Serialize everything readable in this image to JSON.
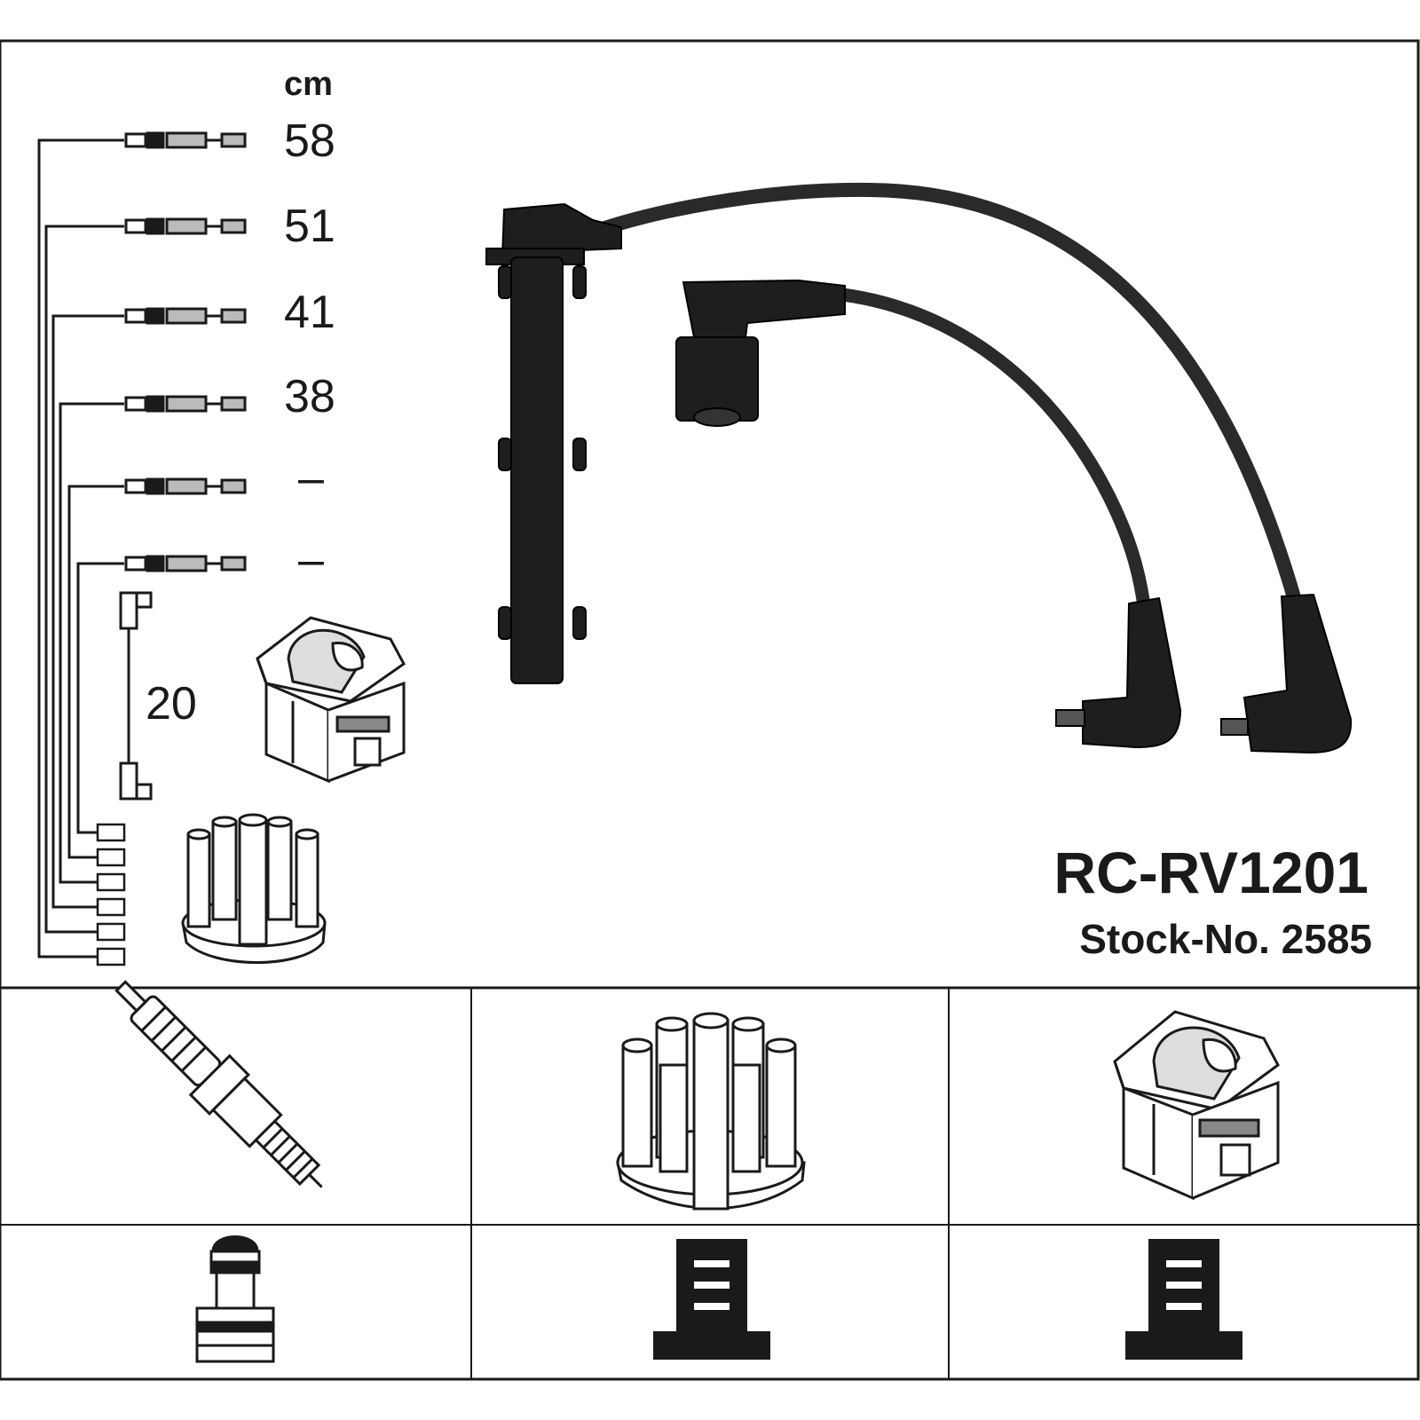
{
  "kit": {
    "code": "RC-RV1201",
    "stock_label": "Stock-No. 2585"
  },
  "lengths": {
    "unit": "cm",
    "leads": [
      {
        "value": "58"
      },
      {
        "value": "51"
      },
      {
        "value": "41"
      },
      {
        "value": "38"
      },
      {
        "value": "–"
      },
      {
        "value": "–"
      }
    ],
    "coil_lead": "20"
  },
  "components": [
    {
      "icon": "spark-plug-icon",
      "connector": "spark-plug-terminal-icon"
    },
    {
      "icon": "distributor-cap-icon",
      "connector": "cap-terminal-icon"
    },
    {
      "icon": "ignition-coil-icon",
      "connector": "coil-terminal-icon"
    }
  ],
  "colors": {
    "line": "#1a1a1a",
    "cable": "#2a2a2a",
    "background": "#ffffff"
  }
}
